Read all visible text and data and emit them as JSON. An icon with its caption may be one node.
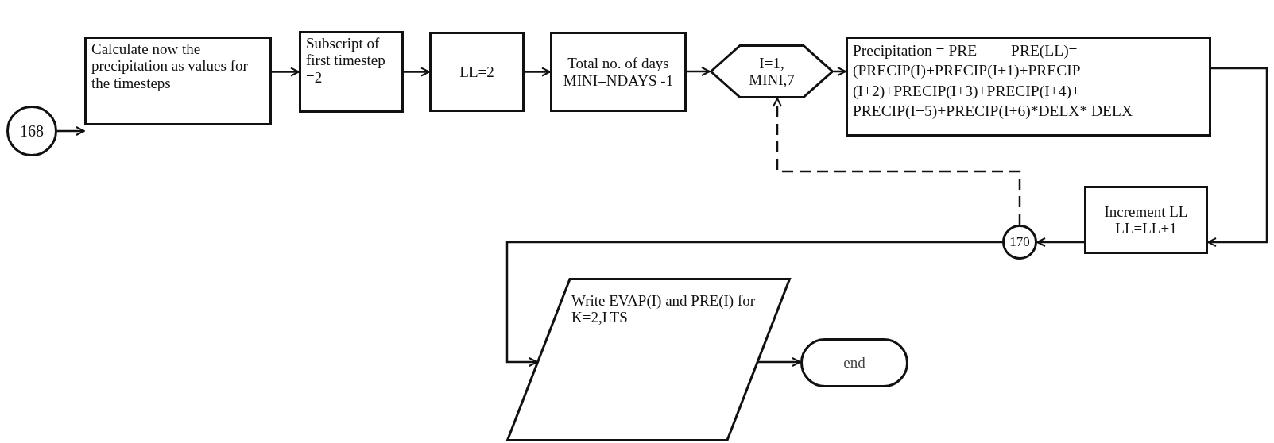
{
  "diagram": {
    "nodes": [
      {
        "text": [
          "168"
        ]
      },
      {
        "text": [
          "Calculate now the precipitation as values for the timesteps"
        ]
      },
      {
        "text": [
          "Subscript of first timestep =2"
        ]
      },
      {
        "text": [
          "LL=2"
        ]
      },
      {
        "text": [
          "Total no. of days MINI=NDAYS -1"
        ]
      },
      {
        "text": [
          "I=1, MINI,7"
        ]
      },
      {
        "text": [
          "Precipitation = PRE",
          "PRE(LL)= (PRECIP(I)+PRECIP(I+1)+PRECIP (I+2)+PRECIP(I+3)+PRECIP(I+4)+ PRECIP(I+5)+PRECIP(I+6)*DELX* DELX"
        ]
      },
      {
        "text": [
          "Increment LL",
          "LL=LL+1"
        ]
      },
      {
        "text": [
          "170"
        ]
      },
      {
        "text": [
          "Write EVAP(I) and PRE(I) for K=2,LTS"
        ]
      },
      {
        "text": [
          "end"
        ]
      }
    ],
    "edges": [
      {
        "from": 0,
        "to": 1,
        "arrow": "to"
      },
      {
        "from": 1,
        "to": 2,
        "arrow": "to"
      },
      {
        "from": 2,
        "to": 3,
        "arrow": "to"
      },
      {
        "from": 3,
        "to": 4,
        "arrow": "to"
      },
      {
        "from": 4,
        "to": 5,
        "arrow": "to"
      },
      {
        "from": 5,
        "to": 6,
        "arrow": "to"
      },
      {
        "from": 6,
        "to": 7,
        "arrow": "to"
      },
      {
        "from": 7,
        "to": 8,
        "arrow": "to"
      },
      {
        "from": 8,
        "to": 5,
        "arrow": "to",
        "style": "dashed"
      },
      {
        "from": 8,
        "to": 9,
        "arrow": "to"
      },
      {
        "from": 9,
        "to": 10,
        "arrow": "to"
      }
    ]
  }
}
